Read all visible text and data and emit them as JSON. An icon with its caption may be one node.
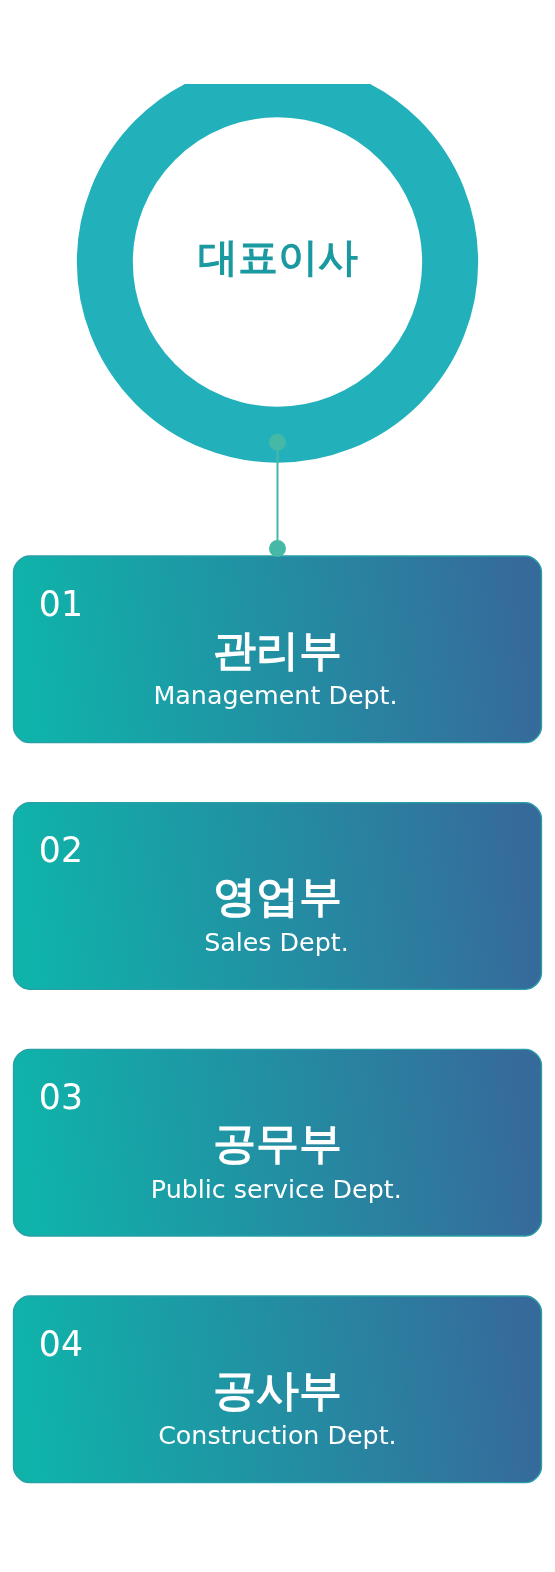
{
  "diagram": {
    "nodes": [
      {
        "text": [
          "대표이사"
        ]
      },
      {
        "text": [
          "01",
          "관리부",
          "Management Dept."
        ]
      },
      {
        "text": [
          "02",
          "영업부",
          "Sales Dept."
        ]
      },
      {
        "text": [
          "03",
          "공무부",
          "Public service Dept."
        ]
      },
      {
        "text": [
          "04",
          "공사부",
          "Construction Dept."
        ]
      }
    ],
    "edges": [
      {
        "from": 0,
        "to": 1,
        "arrow": "other"
      }
    ]
  }
}
